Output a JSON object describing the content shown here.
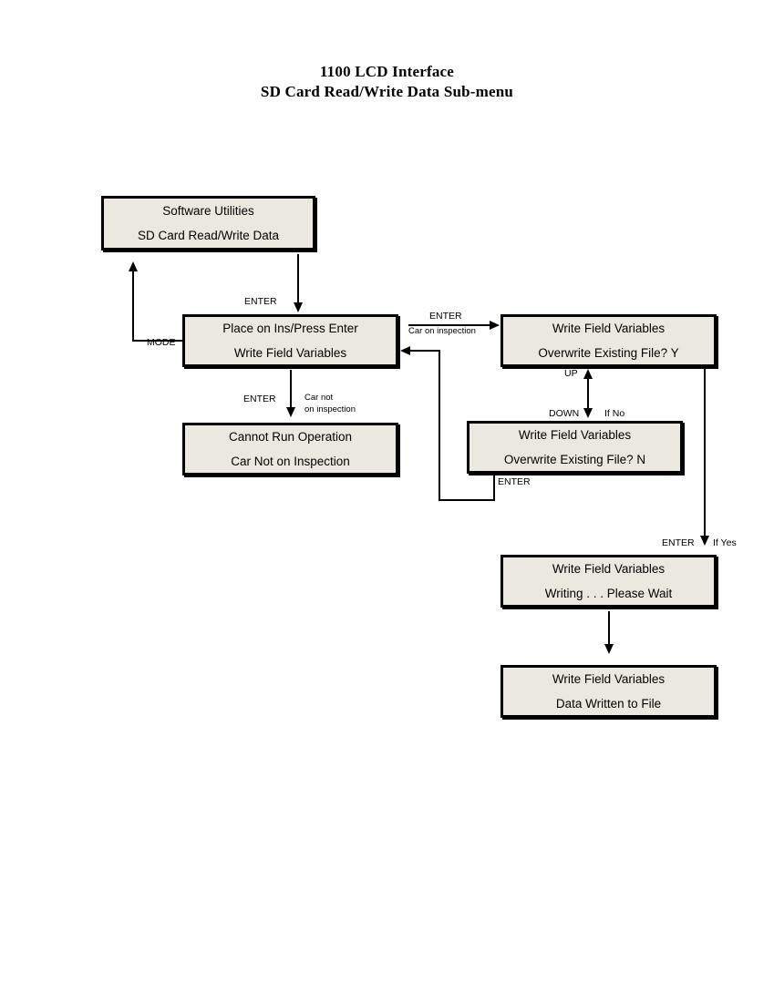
{
  "title": {
    "line1": "1100 LCD Interface",
    "line2": "SD Card Read/Write Data Sub-menu"
  },
  "boxes": {
    "software_utilities": {
      "line1": "Software Utilities",
      "line2": "SD Card Read/Write Data"
    },
    "place_on_ins": {
      "line1": "Place on Ins/Press Enter",
      "line2": "Write Field Variables"
    },
    "overwrite_yes": {
      "line1": "Write Field Variables",
      "line2": "Overwrite Existing File? Y"
    },
    "cannot_run": {
      "line1": "Cannot Run Operation",
      "line2": "Car Not on Inspection"
    },
    "overwrite_no": {
      "line1": "Write Field Variables",
      "line2": "Overwrite Existing File? N"
    },
    "writing": {
      "line1": "Write Field Variables",
      "line2": "Writing . . . Please Wait"
    },
    "data_written": {
      "line1": "Write Field Variables",
      "line2": "Data Written to File"
    }
  },
  "labels": {
    "enter_to_place": "ENTER",
    "mode_back": "MODE",
    "enter_to_yes": "ENTER",
    "car_on_inspection": "Car on inspection",
    "enter_to_cannot": "ENTER",
    "car_not_line1": "Car not",
    "car_not_line2": "on inspection",
    "up": "UP",
    "down": "DOWN",
    "if_no": "If No",
    "enter_from_no": "ENTER",
    "enter_if_yes": "ENTER",
    "if_yes": "If Yes"
  },
  "colors": {
    "box_fill": "#ebe9df",
    "stroke": "#000000",
    "page_background": "#ffffff"
  }
}
